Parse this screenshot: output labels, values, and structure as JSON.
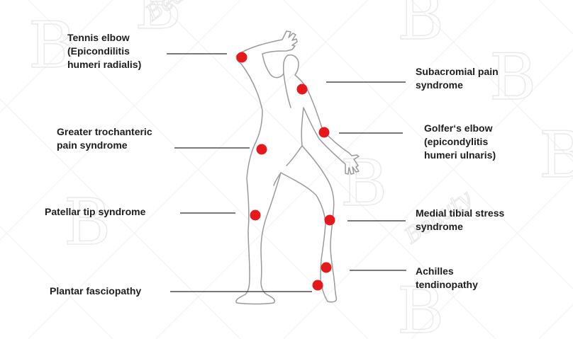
{
  "colors": {
    "pain_point": "#e5191c",
    "body_outline": "#9a9a9a",
    "leader_line": "#2a2a2a",
    "label_text": "#1d1d1d",
    "watermark": "#ededed"
  },
  "watermark": {
    "monogram": "B",
    "text": "Beauty"
  },
  "figure": {
    "icon": "human-silhouette-icon"
  },
  "labels": {
    "tennis_elbow": "Tennis elbow\n(Epicondilitis\nhumeri radialis)",
    "greater_trochanteric": "Greater trochanteric\npain syndrome",
    "patellar_tip": "Patellar tip syndrome",
    "plantar_fasciopathy": "Plantar fasciopathy",
    "subacromial": "Subacromial pain\nsyndrome",
    "golfers_elbow": "Golfer‘s elbow\n(epicondylitis\nhumeri ulnaris)",
    "medial_tibial": "Medial tibial stress\nsyndrome",
    "achilles": "Achilles\ntendinopathy"
  }
}
